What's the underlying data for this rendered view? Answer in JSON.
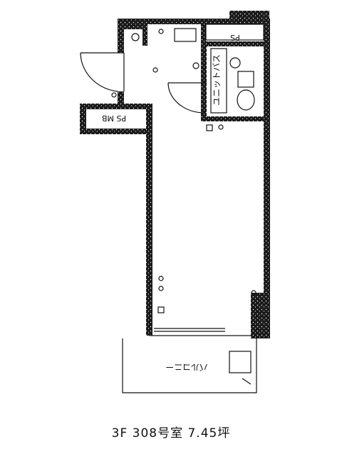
{
  "plan": {
    "labels": {
      "ps_top": "PS",
      "ps_mb": "PS MB",
      "unit_bath": "ユニットバス",
      "balcony": "バルコニー"
    },
    "caption": "3F 308号室 7.45坪"
  }
}
